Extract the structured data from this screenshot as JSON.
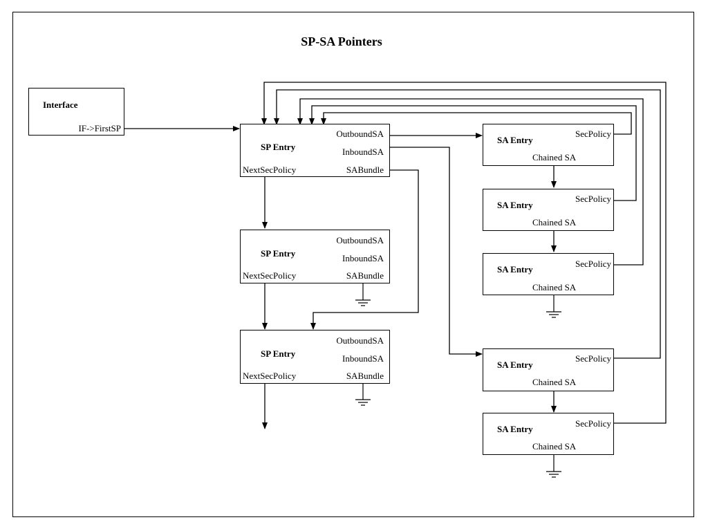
{
  "title": "SP-SA Pointers",
  "interface": {
    "label": "Interface",
    "pointer": "IF->FirstSP"
  },
  "sp_entries": [
    {
      "label": "SP Entry",
      "outbound": "OutboundSA",
      "inbound": "InboundSA",
      "next": "NextSecPolicy",
      "bundle": "SABundle"
    },
    {
      "label": "SP Entry",
      "outbound": "OutboundSA",
      "inbound": "InboundSA",
      "next": "NextSecPolicy",
      "bundle": "SABundle"
    },
    {
      "label": "SP Entry",
      "outbound": "OutboundSA",
      "inbound": "InboundSA",
      "next": "NextSecPolicy",
      "bundle": "SABundle"
    }
  ],
  "sa_entries": [
    {
      "label": "SA Entry",
      "policy": "SecPolicy",
      "chained": "Chained SA"
    },
    {
      "label": "SA Entry",
      "policy": "SecPolicy",
      "chained": "Chained SA"
    },
    {
      "label": "SA Entry",
      "policy": "SecPolicy",
      "chained": "Chained SA"
    },
    {
      "label": "SA Entry",
      "policy": "SecPolicy",
      "chained": "Chained SA"
    },
    {
      "label": "SA Entry",
      "policy": "SecPolicy",
      "chained": "Chained SA"
    }
  ]
}
